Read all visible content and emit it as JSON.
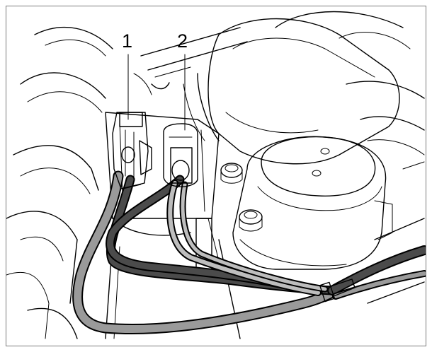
{
  "figure": {
    "callouts": [
      {
        "id": 1,
        "label": "1"
      },
      {
        "id": 2,
        "label": "2"
      }
    ],
    "colors": {
      "line": "#000000",
      "wire_light": "#9a9a9a",
      "wire_dark": "#4b4b4b",
      "connector_light": "#8c8c8c",
      "connector_dark": "#3c3c3c",
      "background": "#ffffff",
      "border": "#7a7a7a"
    }
  }
}
